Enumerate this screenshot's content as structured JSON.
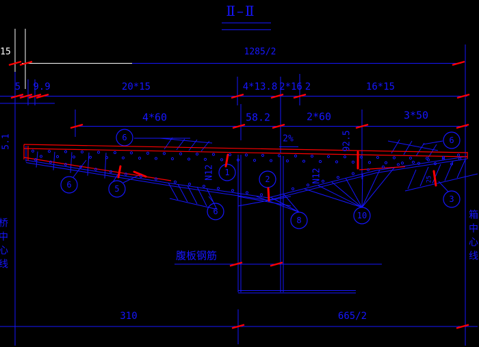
{
  "title": {
    "text": "Ⅱ–Ⅱ"
  },
  "colors": {
    "background": "#000000",
    "line_blue": "#1616ff",
    "line_red": "#ff0000",
    "line_white": "#ffffff"
  },
  "dims": {
    "row1": {
      "edge": "15",
      "main": "1285/2"
    },
    "row2": [
      "5",
      "9.9",
      "20*15",
      "4*13.8",
      "2*16",
      "2",
      "16*15"
    ],
    "row3": [
      "4*60",
      "58.2",
      "2*60",
      "3*50"
    ],
    "bottom": [
      "310",
      "665/2"
    ],
    "slope": "2%",
    "depth": "92.5",
    "edge_thickness": "5.1",
    "small": "25"
  },
  "callouts": [
    "6",
    "6",
    "5",
    "6",
    "1",
    "2",
    "8",
    "10",
    "3",
    "6"
  ],
  "labels": {
    "rebar_mark": "N12",
    "web_note": "腹板钢筋",
    "left_axis": "桥中心线",
    "right_axis": "箱中心线"
  }
}
